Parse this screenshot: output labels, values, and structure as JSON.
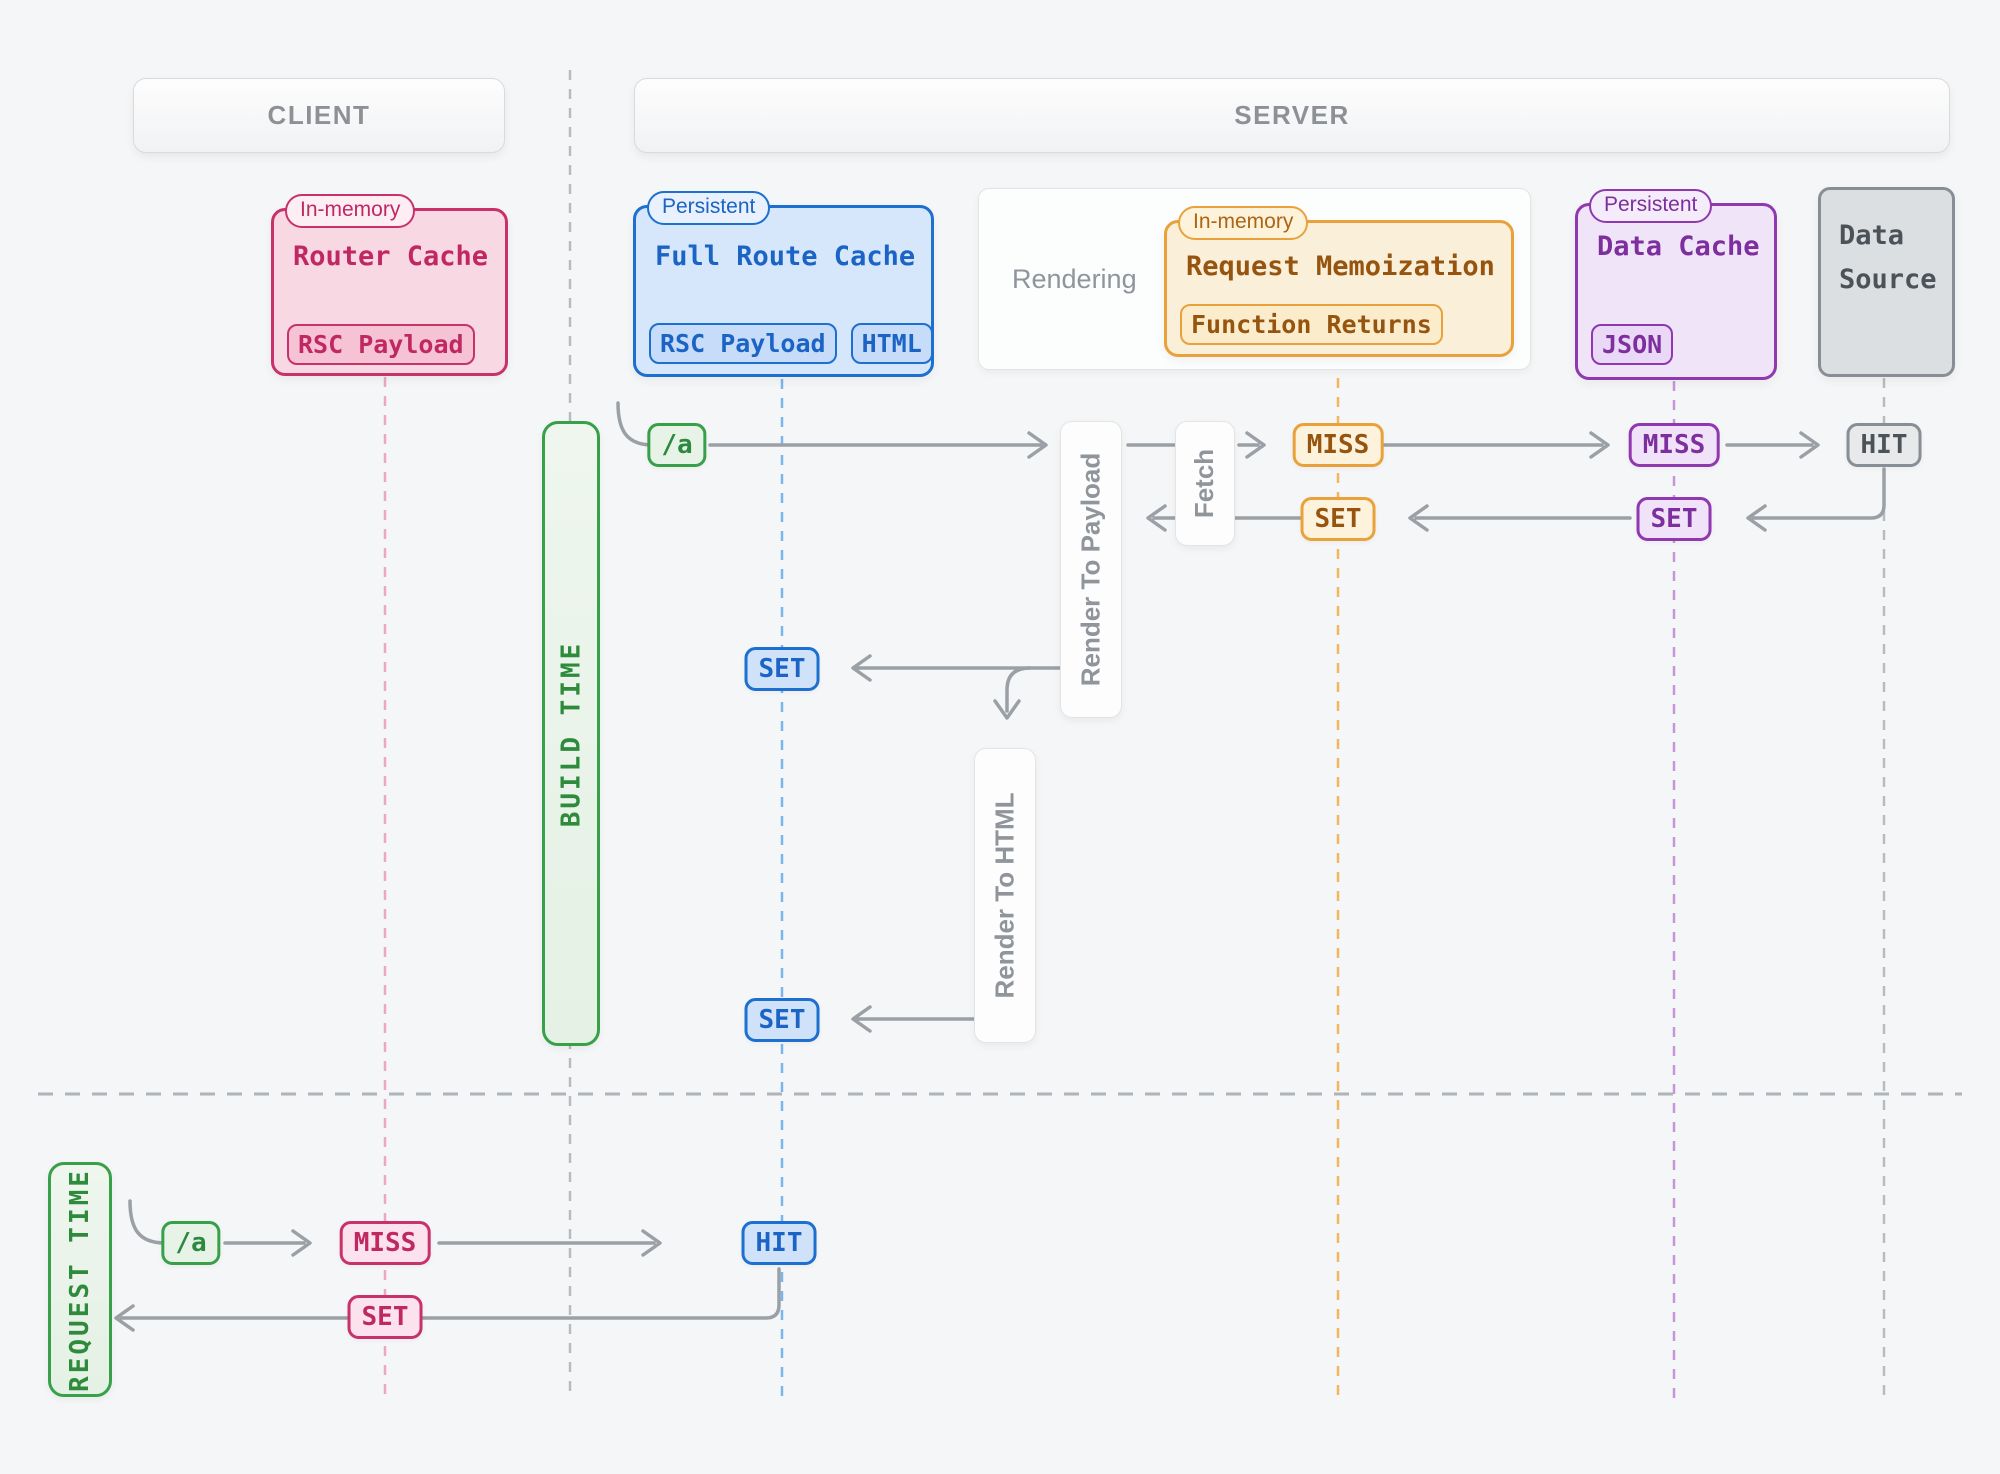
{
  "headers": {
    "client": "CLIENT",
    "server": "SERVER"
  },
  "caches": {
    "router_cache": {
      "tag": "In-memory",
      "title": "Router Cache",
      "chips": [
        "RSC Payload"
      ]
    },
    "full_route_cache": {
      "tag": "Persistent",
      "title": "Full Route Cache",
      "chips": [
        "RSC Payload",
        "HTML"
      ]
    },
    "request_memoization": {
      "tag": "In-memory",
      "title": "Request Memoization",
      "chips": [
        "Function Returns"
      ]
    },
    "data_cache": {
      "tag": "Persistent",
      "title": "Data Cache",
      "chips": [
        "JSON"
      ]
    },
    "data_source": {
      "title": "Data Source"
    },
    "rendering_panel": {
      "label": "Rendering"
    }
  },
  "lanes": {
    "build_time": "BUILD TIME",
    "request_time": "REQUEST TIME"
  },
  "processes": {
    "render_to_payload": "Render To Payload",
    "fetch": "Fetch",
    "render_to_html": "Render To HTML"
  },
  "build_time_flow": {
    "route": "/a",
    "request_memoization_miss": "MISS",
    "request_memoization_set": "SET",
    "data_cache_miss": "MISS",
    "data_cache_set": "SET",
    "data_source_hit": "HIT",
    "full_route_cache_set_payload": "SET",
    "full_route_cache_set_html": "SET"
  },
  "request_time_flow": {
    "route": "/a",
    "router_cache_miss": "MISS",
    "router_cache_set": "SET",
    "full_route_cache_hit": "HIT"
  },
  "colors": {
    "router_pink": "#c8326b",
    "full_route_blue": "#1d6fd0",
    "memoization_orange": "#e9a23b",
    "data_cache_purple": "#9038b0",
    "neutral_gray": "#878e95",
    "time_green": "#37a048",
    "arrow_gray": "#9aa0a5"
  }
}
